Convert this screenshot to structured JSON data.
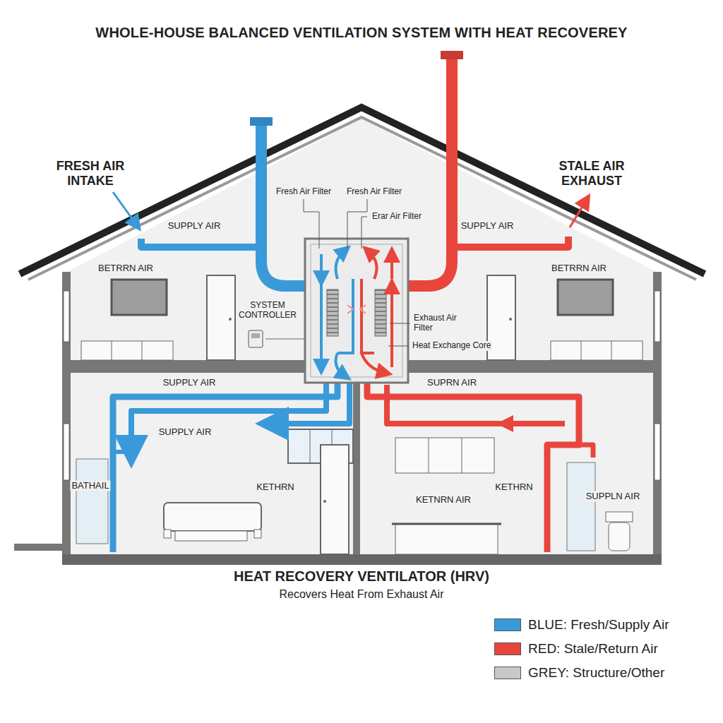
{
  "diagram": {
    "title": "WHOLE-HOUSE BALANCED VENTILATION SYSTEM WITH HEAT RECOVEREY",
    "labels": [
      "FRESH AIR INTAKE",
      "STALE AIR EXHAUST",
      "SUPPLY AIR",
      "SUPPLY AIR",
      "BETRRN AIR",
      "BETRRN AIR",
      "Fresh Air Filter",
      "Fresh Air Filter",
      "Erar Air Filter",
      "SYSTEM CONTROLLER",
      "Exhaust Air Filter",
      "Heat Exchange Core",
      "SUPPLY AIR",
      "SUPPLY AIR",
      "SUPRN AIR",
      "BATHAIL",
      "KETHRN",
      "KETNRN AIR",
      "KETHRN",
      "SUPPLN AIR",
      "HEAT RECOVERY VENTILATOR (HRV)",
      "Recovers Heat From Exhaust Air"
    ],
    "legend": [
      {
        "text": "BLUE: Fresh/Supply Air",
        "color": "#3a9ad9"
      },
      {
        "text": "RED: Stale/Return Air",
        "color": "#e8453c"
      },
      {
        "text": "GREY: Structure/Other",
        "color": "#c8c8c8"
      }
    ]
  }
}
